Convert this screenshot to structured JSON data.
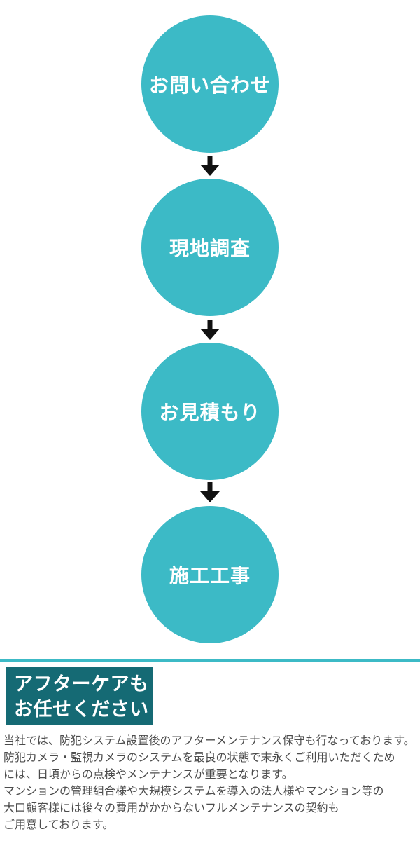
{
  "colors": {
    "accent_teal": "#3cbac6",
    "heading_box": "#156a74",
    "arrow": "#111111",
    "body_text": "#4c4c4c"
  },
  "flow": {
    "steps": [
      {
        "label": "お問い合わせ"
      },
      {
        "label": "現地調査"
      },
      {
        "label": "お見積もり"
      },
      {
        "label": "施工工事"
      }
    ]
  },
  "aftercare": {
    "heading_line1": "アフターケアも",
    "heading_line2": "お任せください",
    "body_lines": [
      "当社では、防犯システム設置後のアフターメンテナンス保守も行なっております。",
      "防犯カメラ・監視カメラのシステムを最良の状態で末永くご利用いただくため",
      "には、日頃からの点検やメンテナンスが重要となります。",
      "マンションの管理組合様や大規模システムを導入の法人様やマンション等の",
      "大口顧客様には後々の費用がかからないフルメンテナンスの契約も",
      "ご用意しております。"
    ]
  }
}
